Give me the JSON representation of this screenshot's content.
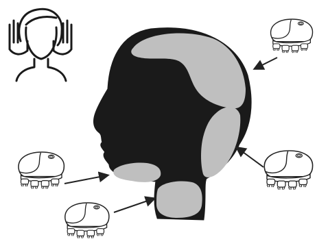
{
  "diagram": {
    "head_icon": "face-massage-icon",
    "device_icon": "scalp-massager-icon",
    "massage_zones": [
      "crown-zone",
      "nape-zone",
      "chin-zone",
      "neck-zone"
    ],
    "devices": [
      "massager-top-right",
      "massager-right",
      "massager-left",
      "massager-bottom"
    ],
    "colors": {
      "silhouette": "#1a1a1a",
      "zone": "#bfbfbf",
      "device_outline": "#222222",
      "background": "#ffffff"
    }
  }
}
